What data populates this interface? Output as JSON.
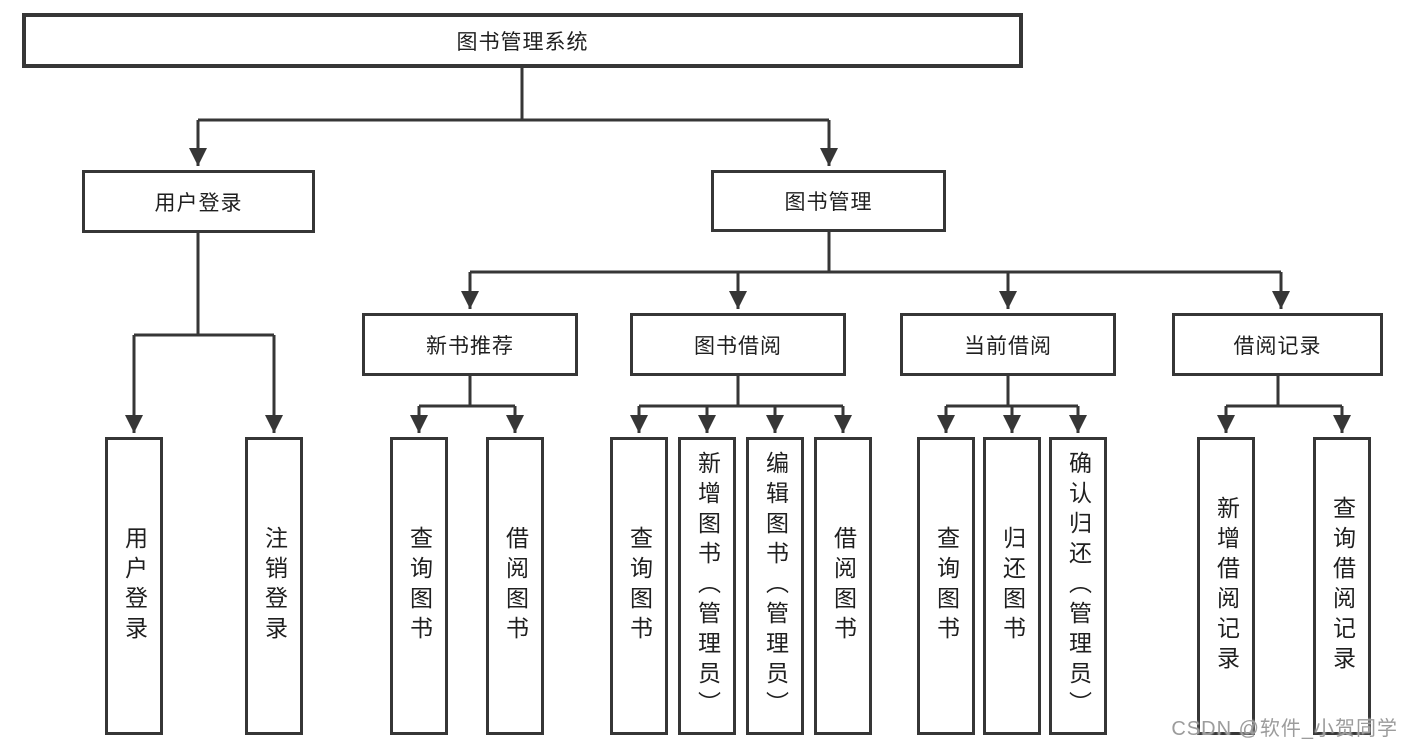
{
  "tree": {
    "label": "图书管理系统",
    "children": [
      {
        "label": "用户登录",
        "children": [
          {
            "label": "用户登录"
          },
          {
            "label": "注销登录"
          }
        ]
      },
      {
        "label": "图书管理",
        "children": [
          {
            "label": "新书推荐",
            "children": [
              {
                "label": "查询图书"
              },
              {
                "label": "借阅图书"
              }
            ]
          },
          {
            "label": "图书借阅",
            "children": [
              {
                "label": "查询图书"
              },
              {
                "label": "新增图书（管理员）"
              },
              {
                "label": "编辑图书（管理员）"
              },
              {
                "label": "借阅图书"
              }
            ]
          },
          {
            "label": "当前借阅",
            "children": [
              {
                "label": "查询图书"
              },
              {
                "label": "归还图书"
              },
              {
                "label": "确认归还（管理员）"
              }
            ]
          },
          {
            "label": "借阅记录",
            "children": [
              {
                "label": "新增借阅记录"
              },
              {
                "label": "查询借阅记录"
              }
            ]
          }
        ]
      }
    ]
  },
  "watermark": {
    "text": "CSDN @软件_小贺同学"
  },
  "colors": {
    "line": "#363636",
    "box_border": "#363636",
    "text": "#1f1f1f",
    "background": "#ffffff",
    "watermark": "#9c9c9c"
  }
}
